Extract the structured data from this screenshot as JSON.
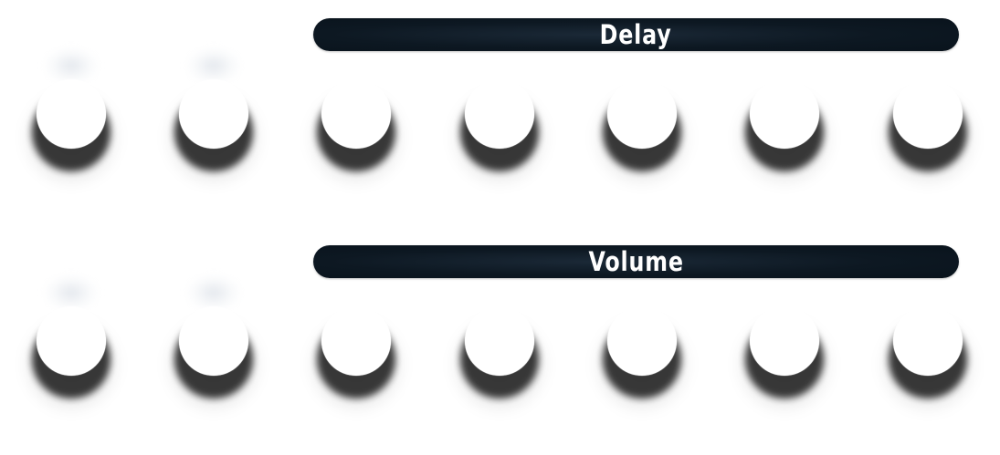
{
  "sections": [
    {
      "label": "Delay"
    },
    {
      "label": "Volume"
    }
  ],
  "rows": [
    {
      "knobs": 7
    },
    {
      "knobs": 7
    }
  ],
  "colors": {
    "background": "#ffffff",
    "header_bar": "#0d1822",
    "header_text": "#ffffff",
    "knob_face": "#ffffff",
    "knob_shadow": "#2e2e2e"
  }
}
